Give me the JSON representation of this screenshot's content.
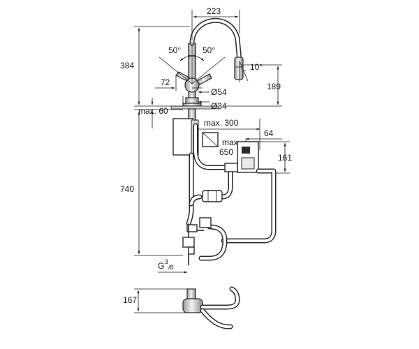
{
  "dimensions": {
    "spout_reach": "223",
    "angle_left": "50°",
    "angle_right": "50°",
    "spray_angle": "10°",
    "total_height": "384",
    "spout_height": "189",
    "lever_offset": "72",
    "body_diameter": "Ø54",
    "base_diameter": "Ø34",
    "max_deck": "max. 60",
    "max_300": "max. 300",
    "side_64": "64",
    "max_label": "max.",
    "max_650": "650",
    "box_161": "161",
    "under_740": "740",
    "thread_g": "G",
    "thread_num": "3",
    "thread_den": "/8",
    "side_view_167": "167"
  }
}
